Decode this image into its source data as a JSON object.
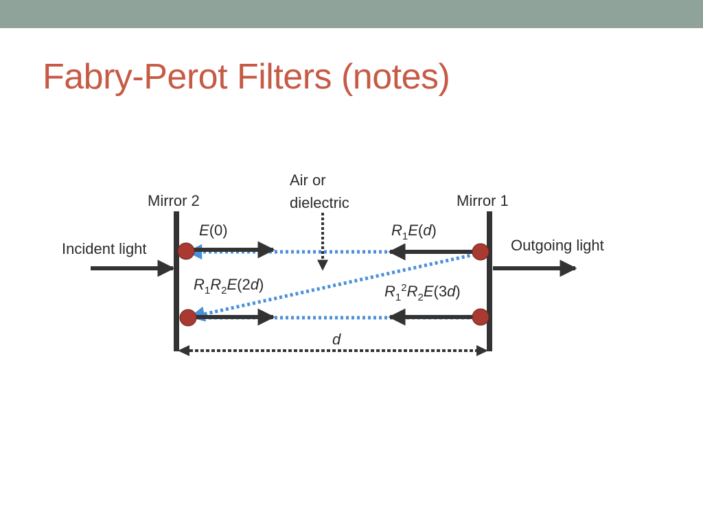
{
  "slide": {
    "title": "Fabry-Perot Filters (notes)",
    "colors": {
      "top_bar": "#8fa39a",
      "title": "#c65a45",
      "wave_blue": "#4a90d9",
      "arrow_dark": "#333333",
      "mirror_dot": "#a83a32"
    }
  },
  "diagram": {
    "labels": {
      "mirror2": "Mirror 2",
      "mirror1": "Mirror 1",
      "medium_line1": "Air or",
      "medium_line2": "dielectric",
      "incident": "Incident light",
      "outgoing": "Outgoing light",
      "cavity_length": "d"
    },
    "fields": {
      "e0": {
        "sym": "E",
        "arg": "(0)"
      },
      "r1ed": {
        "r": "R",
        "sub1": "1",
        "sym": "E",
        "open": "(",
        "var": "d",
        "close": ")"
      },
      "r1r2e2d": {
        "r1": "R",
        "sub1": "1",
        "r2": "R",
        "sub2": "2",
        "sym": "E",
        "open": "(2",
        "var": "d",
        "close": ")"
      },
      "r1sq_r2e3d": {
        "r1": "R",
        "sub1": "1",
        "sup": "2",
        "r2": "R",
        "sub2": "2",
        "sym": "E",
        "open": "(3",
        "var": "d",
        "close": ")"
      }
    },
    "icons": {
      "mirror_point": "red-dot-icon",
      "arrow": "arrow-icon"
    }
  }
}
